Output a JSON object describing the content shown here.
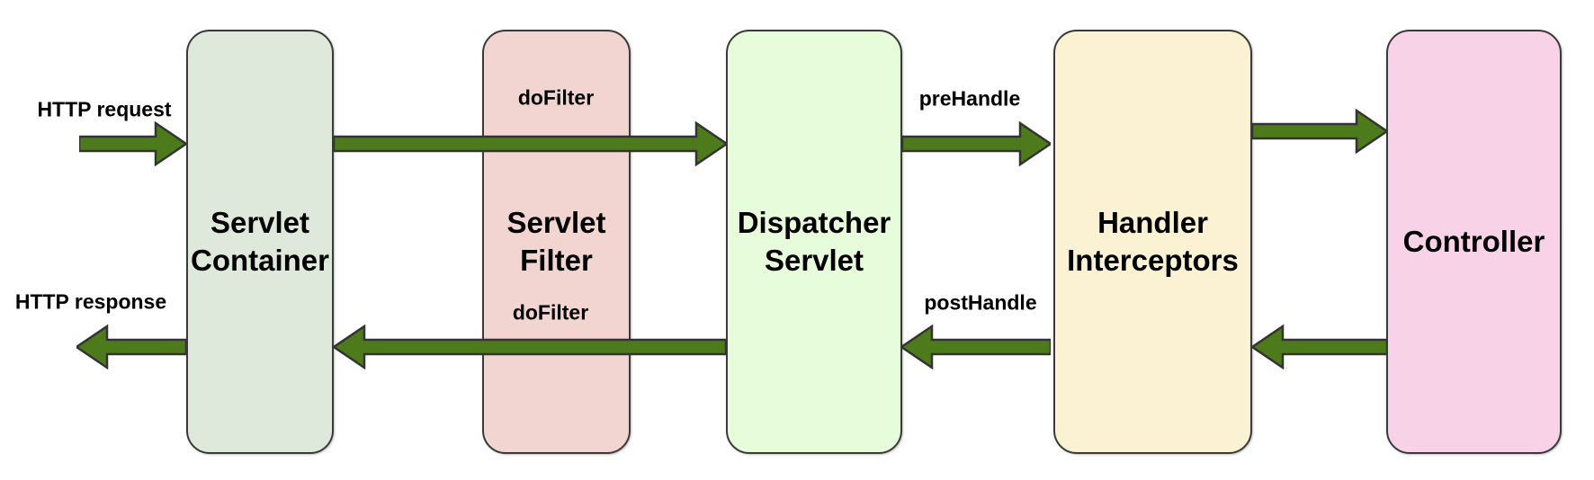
{
  "boxes": {
    "servlet_container": {
      "line1": "Servlet",
      "line2": "Container",
      "fill": "#dfe9db"
    },
    "servlet_filter": {
      "line1": "Servlet",
      "line2": "Filter",
      "fill": "#f2d5d0"
    },
    "dispatcher_servlet": {
      "line1": "Dispatcher",
      "line2": "Servlet",
      "fill": "#e6fcda"
    },
    "handler_interceptors": {
      "line1": "Handler",
      "line2": "Interceptors",
      "fill": "#faf2d2"
    },
    "controller": {
      "line1": "Controller",
      "fill": "#f8d3e7"
    }
  },
  "arrow_labels": {
    "http_request": "HTTP request",
    "do_filter_request": "doFilter",
    "pre_handle": "preHandle",
    "post_handle": "postHandle",
    "do_filter_response": "doFilter",
    "http_response": "HTTP response"
  },
  "colors": {
    "arrow_fill": "#4d7a1b",
    "arrow_outline": "#333333",
    "box_border": "#3a3a3a",
    "label_text": "#000000",
    "background": "#ffffff"
  }
}
